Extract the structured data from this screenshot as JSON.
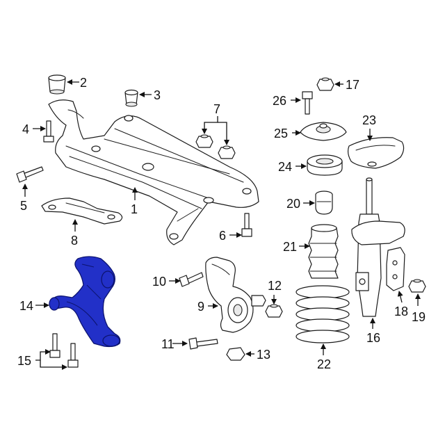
{
  "diagram": {
    "highlight_color": "#2230c8",
    "line_color": "#1a1a1a",
    "callouts": {
      "c1": "1",
      "c2": "2",
      "c3": "3",
      "c4": "4",
      "c5": "5",
      "c6": "6",
      "c7": "7",
      "c8": "8",
      "c9": "9",
      "c10": "10",
      "c11": "11",
      "c12": "12",
      "c13": "13",
      "c14": "14",
      "c15": "15",
      "c16": "16",
      "c17": "17",
      "c18": "18",
      "c19": "19",
      "c20": "20",
      "c21": "21",
      "c22": "22",
      "c23": "23",
      "c24": "24",
      "c25": "25",
      "c26": "26"
    }
  }
}
